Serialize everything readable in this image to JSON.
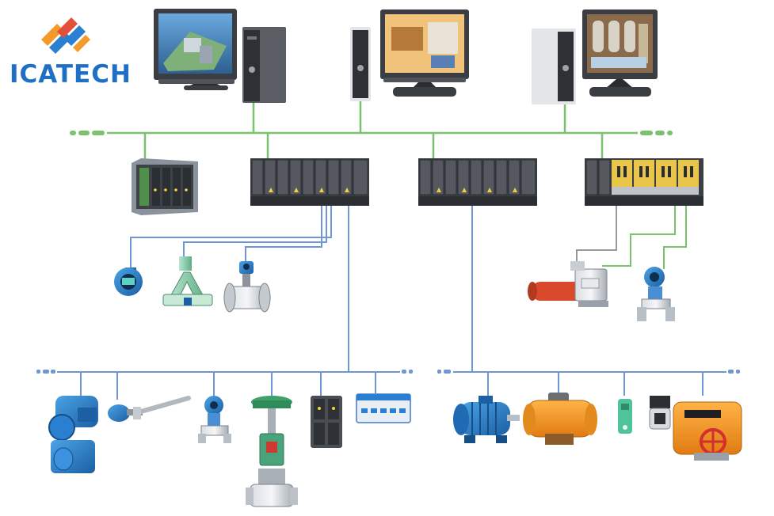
{
  "brand": {
    "name": "ICATECH",
    "logo_colors": [
      "#f39a2b",
      "#2a7fd0",
      "#e2503a"
    ]
  },
  "networks": {
    "control_bus_color": "#7bc26e",
    "fieldbus_color": "#6f96d6",
    "io_wire_color": "#9a9a9a"
  },
  "components": {
    "workstations": [
      "plant-overview-workstation",
      "boiler-hmi-workstation",
      "process-schematic-workstation"
    ],
    "controllers": [
      "rack-io-module",
      "controller-io-rack-1",
      "controller-io-rack-2",
      "terminal-io-rack"
    ],
    "field_devices": [
      "temperature-transmitter",
      "coriolis-flowmeter",
      "vortex-flowmeter",
      "pneumatic-actuator-valve",
      "pressure-transmitter-right",
      "explosion-proof-motor-junction",
      "thermocouple-probe",
      "pressure-transmitter",
      "control-valve",
      "io-block",
      "fieldbus-junction-box",
      "electric-motor",
      "rotary-actuator",
      "proximity-sensor",
      "electric-valve-actuator"
    ]
  }
}
